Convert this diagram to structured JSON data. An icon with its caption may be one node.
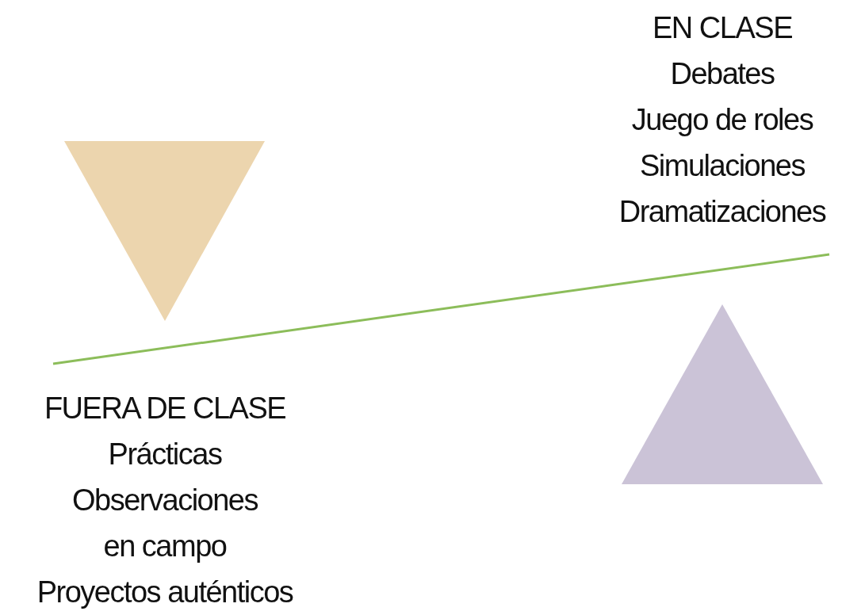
{
  "diagram": {
    "nodes": [
      {
        "text": [],
        "shape": "triangle"
      },
      {
        "text": [],
        "shape": "triangle"
      }
    ],
    "labels": [
      "EN CLASE",
      "Debates",
      "Juego de roles",
      "Simulaciones",
      "Dramatizaciones",
      "FUERA DE CLASE",
      "Prácticas",
      "Observaciones en campo",
      "Proyectos auténticos"
    ]
  }
}
